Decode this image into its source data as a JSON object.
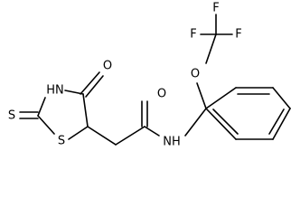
{
  "molecule": {
    "atoms": {
      "f1": "F",
      "f2": "F",
      "f3": "F",
      "o_ether": "O",
      "o_ring_ketone": "O",
      "o_amide": "O",
      "nh_ring": "HN",
      "s_ring": "S",
      "s_thione": "S",
      "nh_amide": "NH"
    }
  }
}
